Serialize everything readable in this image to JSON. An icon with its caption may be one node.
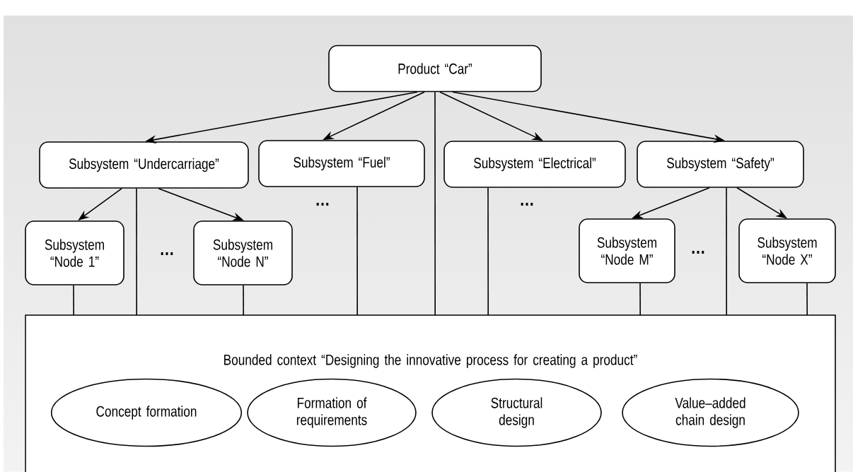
{
  "diagram": {
    "nodes": [
      {
        "text": [
          "Product “Car”"
        ]
      },
      {
        "text": [
          "Subsystem “Undercarriage”"
        ]
      },
      {
        "text": [
          "Subsystem “Fuel”"
        ]
      },
      {
        "text": [
          "Subsystem “Electrical”"
        ]
      },
      {
        "text": [
          "Subsystem “Safety”"
        ]
      },
      {
        "text": [
          "Subsystem “Node 1”"
        ]
      },
      {
        "text": [
          "Subsystem “Node N”"
        ]
      },
      {
        "text": [
          "Subsystem “Node M”"
        ]
      },
      {
        "text": [
          "Subsystem “Node X”"
        ]
      },
      {
        "text": [
          "Bounded context “Designing the innovative process for creating a product”"
        ]
      },
      {
        "text": [
          "Concept formation"
        ],
        "in": 9
      },
      {
        "text": [
          "Formation of requirements"
        ],
        "in": 9
      },
      {
        "text": [
          "Structural design"
        ],
        "in": 9
      },
      {
        "text": [
          "Value–added chain design"
        ],
        "in": 9
      }
    ],
    "edges": [
      {
        "from": 0,
        "to": 1,
        "arrow": "to"
      },
      {
        "from": 0,
        "to": 2,
        "arrow": "to"
      },
      {
        "from": 0,
        "to": 3,
        "arrow": "to"
      },
      {
        "from": 0,
        "to": 4,
        "arrow": "to"
      },
      {
        "from": 0,
        "to": 9,
        "arrow": "none"
      },
      {
        "from": 1,
        "to": 5,
        "arrow": "to"
      },
      {
        "from": 1,
        "to": 6,
        "arrow": "to"
      },
      {
        "from": 1,
        "to": 9,
        "arrow": "none"
      },
      {
        "from": 2,
        "to": 9,
        "arrow": "none"
      },
      {
        "from": 3,
        "to": 9,
        "arrow": "none"
      },
      {
        "from": 4,
        "to": 7,
        "arrow": "to"
      },
      {
        "from": 4,
        "to": 8,
        "arrow": "to"
      },
      {
        "from": 4,
        "to": 9,
        "arrow": "none"
      },
      {
        "from": 5,
        "to": 9,
        "arrow": "none"
      },
      {
        "from": 6,
        "to": 9,
        "arrow": "none"
      },
      {
        "from": 7,
        "to": 9,
        "arrow": "none"
      },
      {
        "from": 8,
        "to": 9,
        "arrow": "none"
      }
    ],
    "labels": [
      "…",
      "…",
      "…",
      "…"
    ]
  }
}
